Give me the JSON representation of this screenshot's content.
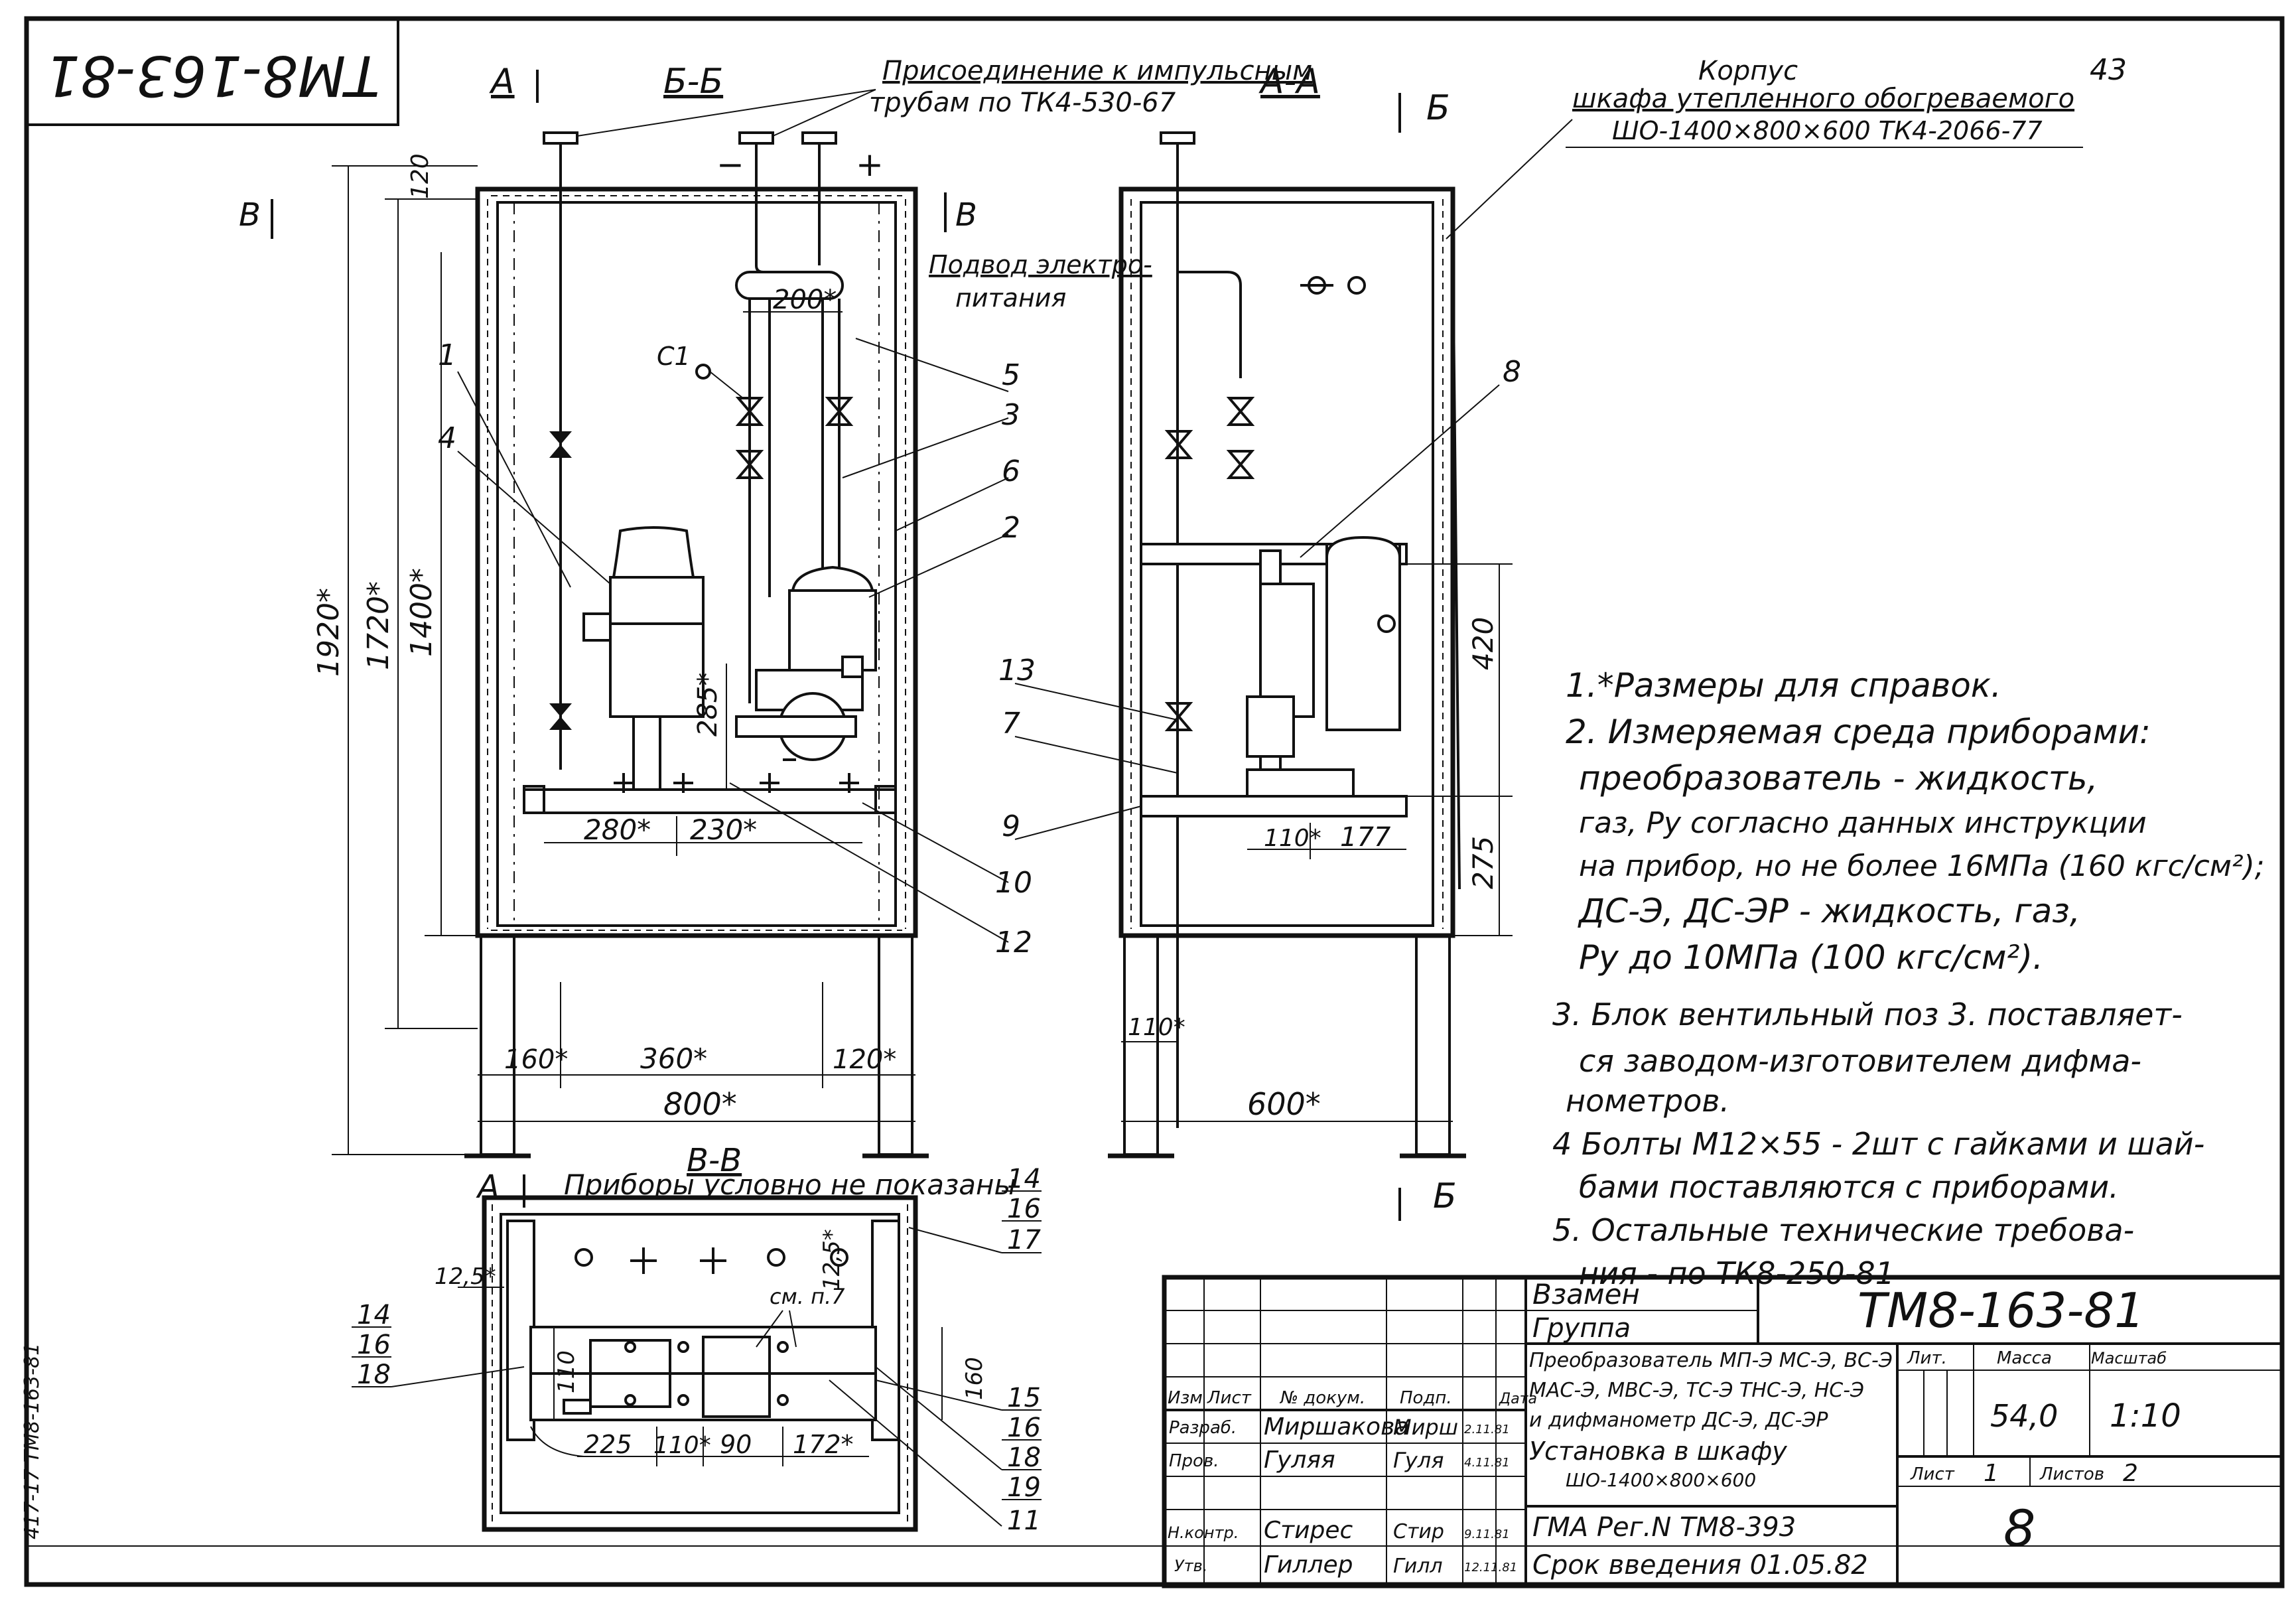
{
  "doc_code_stamp": "ТМ8-163-81",
  "page_number": "43",
  "left_margin_note": "417-17 ТМ8-163-81",
  "sections": {
    "a_marker": "А",
    "bb": "Б-Б",
    "aa": "А-А",
    "vv": "В-В",
    "b_marker": "Б",
    "v_marker": "В"
  },
  "annotations": {
    "impulse_connection_1": "Присоединение к импульсным",
    "impulse_connection_2": "трубам по ТК4-530-67",
    "housing_1": "Корпус",
    "housing_2": "шкафа утепленного обогреваемого",
    "housing_3": "ШО-1400×800×600 ТК4-2066-77",
    "power_supply_1": "Подвод электро-",
    "power_supply_2": "питания",
    "instruments_not_shown": "Приборы условно не показаны",
    "minus": "−",
    "plus": "+",
    "c1": "С1",
    "see_note": "см. п.7"
  },
  "dimensions": {
    "d120": "120",
    "d1920": "1920*",
    "d1720": "1720*",
    "d1400": "1400*",
    "d285": "285*",
    "d200": "200*",
    "d280": "280*",
    "d230": "230*",
    "d160": "160*",
    "d360": "360*",
    "d120b": "120*",
    "d800": "800*",
    "d420": "420",
    "d275": "275",
    "d110a": "110*",
    "d177": "177",
    "d110b": "110*",
    "d600": "600*",
    "d12_5a": "12,5*",
    "d12_5b": "12,5*",
    "d110c": "110",
    "d225": "225",
    "d110d": "110*",
    "d90": "90",
    "d172": "172*",
    "d160b": "160"
  },
  "callouts": [
    "1",
    "2",
    "3",
    "4",
    "5",
    "6",
    "7",
    "8",
    "9",
    "10",
    "11",
    "12",
    "13",
    "14",
    "15",
    "16",
    "17",
    "18",
    "19"
  ],
  "callout_groups": {
    "right_top": [
      "14",
      "16",
      "17"
    ],
    "left": [
      "14",
      "16",
      "18"
    ],
    "right_bottom": [
      "15",
      "16",
      "18",
      "19"
    ]
  },
  "notes": [
    "1.*Размеры для справок.",
    "2. Измеряемая среда приборами:",
    "преобразователь - жидкость,",
    "газ, Pу согласно данных инструкции",
    "на прибор, но не более 16МПа (160 кгс/см²);",
    "ДС-Э, ДС-ЭР - жидкость, газ,",
    "Pу до 10МПа (100 кгс/см²).",
    "3. Блок вентильный поз 3. поставляет-",
    "ся заводом-изготовителем дифма-",
    "нометров.",
    "4 Болты М12×55 - 2шт с гайками и шай-",
    "бами поставляются с приборами.",
    "5. Остальные технические требова-",
    "ния - по ТК8-250-81"
  ],
  "title_block": {
    "replaces_label": "Взамен",
    "group_label": "Группа",
    "designation": "ТМ8-163-81",
    "title_lines": [
      "Преобразователь МП-Э МС-Э, ВС-Э",
      "МАС-Э, МВС-Э, ТС-Э ТНС-Э, НС-Э",
      "и дифманометр ДС-Э, ДС-ЭР",
      "Установка в шкафу",
      "ШО-1400×800×600"
    ],
    "col_headers": {
      "izm": "Изм",
      "list": "Лист",
      "doc_no": "№ докум.",
      "sign": "Подп.",
      "date": "Дата",
      "lit": "Лит.",
      "mass": "Масса",
      "scale": "Масштаб"
    },
    "rows": [
      {
        "role": "Разраб.",
        "name": "Миршакова",
        "sign": "Мирш",
        "date": "2.11.81"
      },
      {
        "role": "Пров.",
        "name": "Гуляя",
        "sign": "Гуля",
        "date": "4.11.81"
      },
      {
        "role": "Н.контр.",
        "name": "Стирес",
        "sign": "Стир",
        "date": "9.11.81"
      },
      {
        "role": "Утв.",
        "name": "Гиллер",
        "sign": "Гилл",
        "date": "12.11.81"
      }
    ],
    "mass_value": "54,0",
    "scale_value": "1:10",
    "sheet_label": "Лист",
    "sheet_value": "1",
    "sheets_label": "Листов",
    "sheets_value": "2",
    "org_reg": "ГМА Рег.N ТМ8-393",
    "intro_date": "Срок введения 01.05.82",
    "big_number": "8"
  }
}
